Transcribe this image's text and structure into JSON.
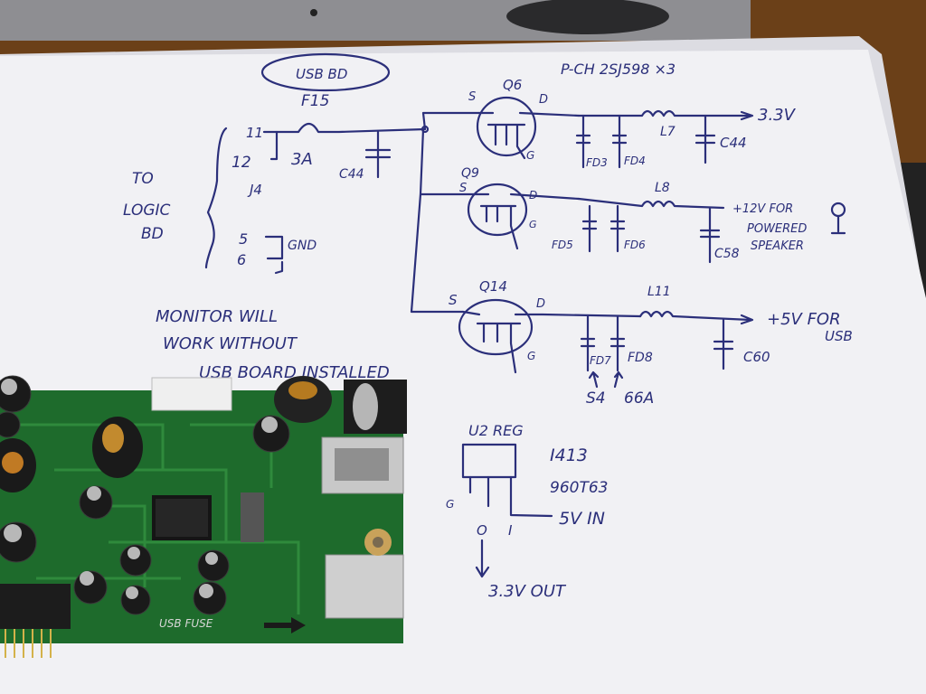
{
  "texts": {
    "usb_bd": "USB BD",
    "fuse_label": "F15",
    "pch_note": "P-CH 2SJ598 ×3",
    "q6": "Q6",
    "q9": "Q9",
    "q14": "Q14",
    "src_s": "S",
    "drain_d": "D",
    "gate_g": "G",
    "pin11": "11",
    "pin12": "12",
    "amp3a": "3A",
    "j4": "J4",
    "c44_left": "C44",
    "to": "TO",
    "logic": "LOGIC",
    "bd": "BD",
    "pin5": "5",
    "pin6": "6",
    "gnd": "GND",
    "fd3": "FD3",
    "fd4": "FD4",
    "fd5": "FD5",
    "fd6": "FD6",
    "fd7": "FD7",
    "fd8": "FD8",
    "l7": "L7",
    "l8": "L8",
    "l11": "L11",
    "c44_right": "C44",
    "c58": "C58",
    "c60": "C60",
    "v33": "3.3V",
    "v12": "+12V FOR",
    "powered": "POWERED",
    "speaker": "SPEAKER",
    "v5": "+5V FOR",
    "usb": "USB",
    "s4": "S4",
    "a66": "66A",
    "note1": "MONITOR WILL",
    "note2": "WORK WITHOUT",
    "note3": "USB BOARD INSTALLED",
    "u2reg": "U2 REG",
    "i413": "I413",
    "code": "960T63",
    "pin_g": "G",
    "pin_o": "O",
    "pin_i": "I",
    "vin": "5V IN",
    "vout": "3.3V OUT",
    "pcb_silk": "USB FUSE"
  },
  "colors": {
    "paper": "#f1f1f4",
    "ink": "#2b2f7a",
    "pcb": "#1e6b2c",
    "desk": "#7a4a1e"
  }
}
